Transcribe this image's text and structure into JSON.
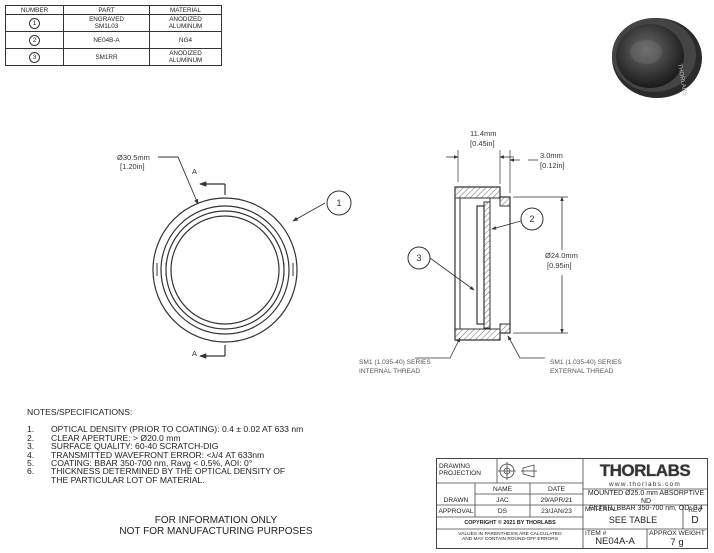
{
  "parts_table": {
    "headers": [
      "NUMBER",
      "PART",
      "MATERIAL"
    ],
    "rows": [
      {
        "num": "1",
        "part_l1": "ENGRAVED",
        "part_l2": "SM1L03",
        "mat_l1": "ANODIZED",
        "mat_l2": "ALUMINUM"
      },
      {
        "num": "2",
        "part_l1": "NE04B-A",
        "part_l2": "",
        "mat_l1": "NG4",
        "mat_l2": ""
      },
      {
        "num": "3",
        "part_l1": "SM1RR",
        "part_l2": "",
        "mat_l1": "ANODIZED",
        "mat_l2": "ALUMINUM"
      }
    ]
  },
  "photo": {
    "engraving": "THORLABS"
  },
  "front_view": {
    "dia_metric": "Ø30.5mm",
    "dia_imperial": "[1.20in]",
    "section_label": "A",
    "callout": "1"
  },
  "side_view": {
    "width_metric": "11.4mm",
    "width_imperial": "[0.45in]",
    "step_metric": "3.0mm",
    "step_imperial": "[0.12in]",
    "dia_metric": "Ø24.0mm",
    "dia_imperial": "[0.95in]",
    "callout_2": "2",
    "callout_3": "3",
    "internal_thread_l1": "SM1 (1.035-40) SERIES",
    "internal_thread_l2": "INTERNAL THREAD",
    "external_thread_l1": "SM1 (1.035-40) SERIES",
    "external_thread_l2": "EXTERNAL THREAD"
  },
  "notes": {
    "title": "NOTES/SPECIFICATIONS:",
    "items": [
      {
        "n": "1.",
        "text": "OPTICAL DENSITY (PRIOR TO COATING): 0.4 ± 0.02 AT 633 nm"
      },
      {
        "n": "2.",
        "text": "CLEAR APERTURE: > Ø20.0 mm"
      },
      {
        "n": "3.",
        "text": "SURFACE QUALITY: 60-40 SCRATCH-DIG"
      },
      {
        "n": "4.",
        "text": "TRANSMITTED WAVEFRONT ERROR: <λ/4 AT 633nm"
      },
      {
        "n": "5.",
        "text": "COATING: BBAR 350-700 nm, Ravg < 0.5%, AOI: 0°"
      },
      {
        "n": "6.",
        "text": "THICKNESS DETERMINED BY THE OPTICAL DENSITY OF THE PARTICULAR LOT OF MATERIAL."
      }
    ],
    "info_l1": "FOR INFORMATION ONLY",
    "info_l2": "NOT FOR MANUFACTURING PURPOSES"
  },
  "title_block": {
    "drawing_projection_l1": "DRAWING",
    "drawing_projection_l2": "PROJECTION",
    "name_header": "NAME",
    "date_header": "DATE",
    "drawn_label": "DRAWN",
    "drawn_name": "JAC",
    "drawn_date": "29/APR/21",
    "approval_label": "APPROVAL",
    "approval_name": "DS",
    "approval_date": "23/JAN/23",
    "copyright": "COPYRIGHT © 2021 BY THORLABS",
    "values_note_l1": "VALUES IN PARENTHESIS ARE CALCULATED",
    "values_note_l2": "AND MAY CONTAIN ROUND-OFF ERRORS",
    "logo": "THORLABS",
    "url": "www.thorlabs.com",
    "description_l1": "MOUNTED Ø25.0 mm ABSORPTIVE ND",
    "description_l2": "FILTER, BBAR 350-700 nm, OD: 0.4",
    "material_label": "MATERIAL",
    "material_value": "SEE TABLE",
    "rev_label": "REV",
    "rev_value": "D",
    "item_label": "ITEM #",
    "item_value": "NE04A-A",
    "weight_label": "APPROX WEIGHT",
    "weight_value": "7 g"
  }
}
